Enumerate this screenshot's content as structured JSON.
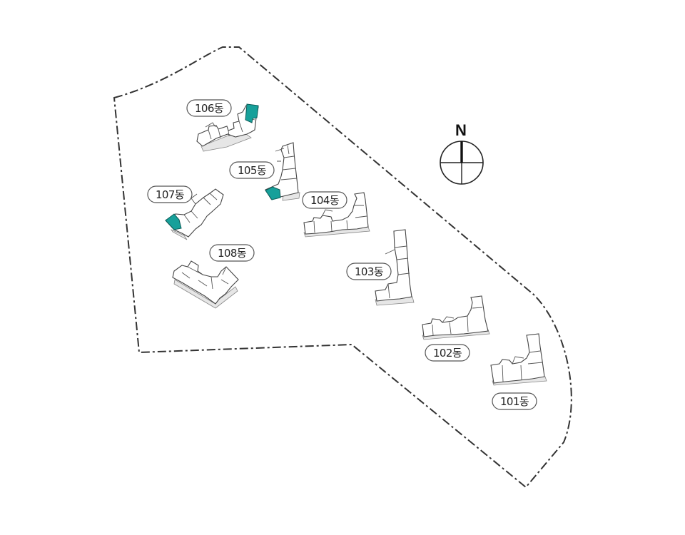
{
  "compass": {
    "north_label": "N"
  },
  "buildings": [
    {
      "id": "106",
      "label": "106동",
      "highlighted": true
    },
    {
      "id": "105",
      "label": "105동",
      "highlighted": true
    },
    {
      "id": "107",
      "label": "107동",
      "highlighted": true
    },
    {
      "id": "104",
      "label": "104동",
      "highlighted": false
    },
    {
      "id": "108",
      "label": "108동",
      "highlighted": false
    },
    {
      "id": "103",
      "label": "103동",
      "highlighted": false
    },
    {
      "id": "102",
      "label": "102동",
      "highlighted": false
    },
    {
      "id": "101",
      "label": "101동",
      "highlighted": false
    }
  ],
  "colors": {
    "highlight": "#17a09a",
    "boundary": "#333333",
    "building_outline": "#444444"
  }
}
